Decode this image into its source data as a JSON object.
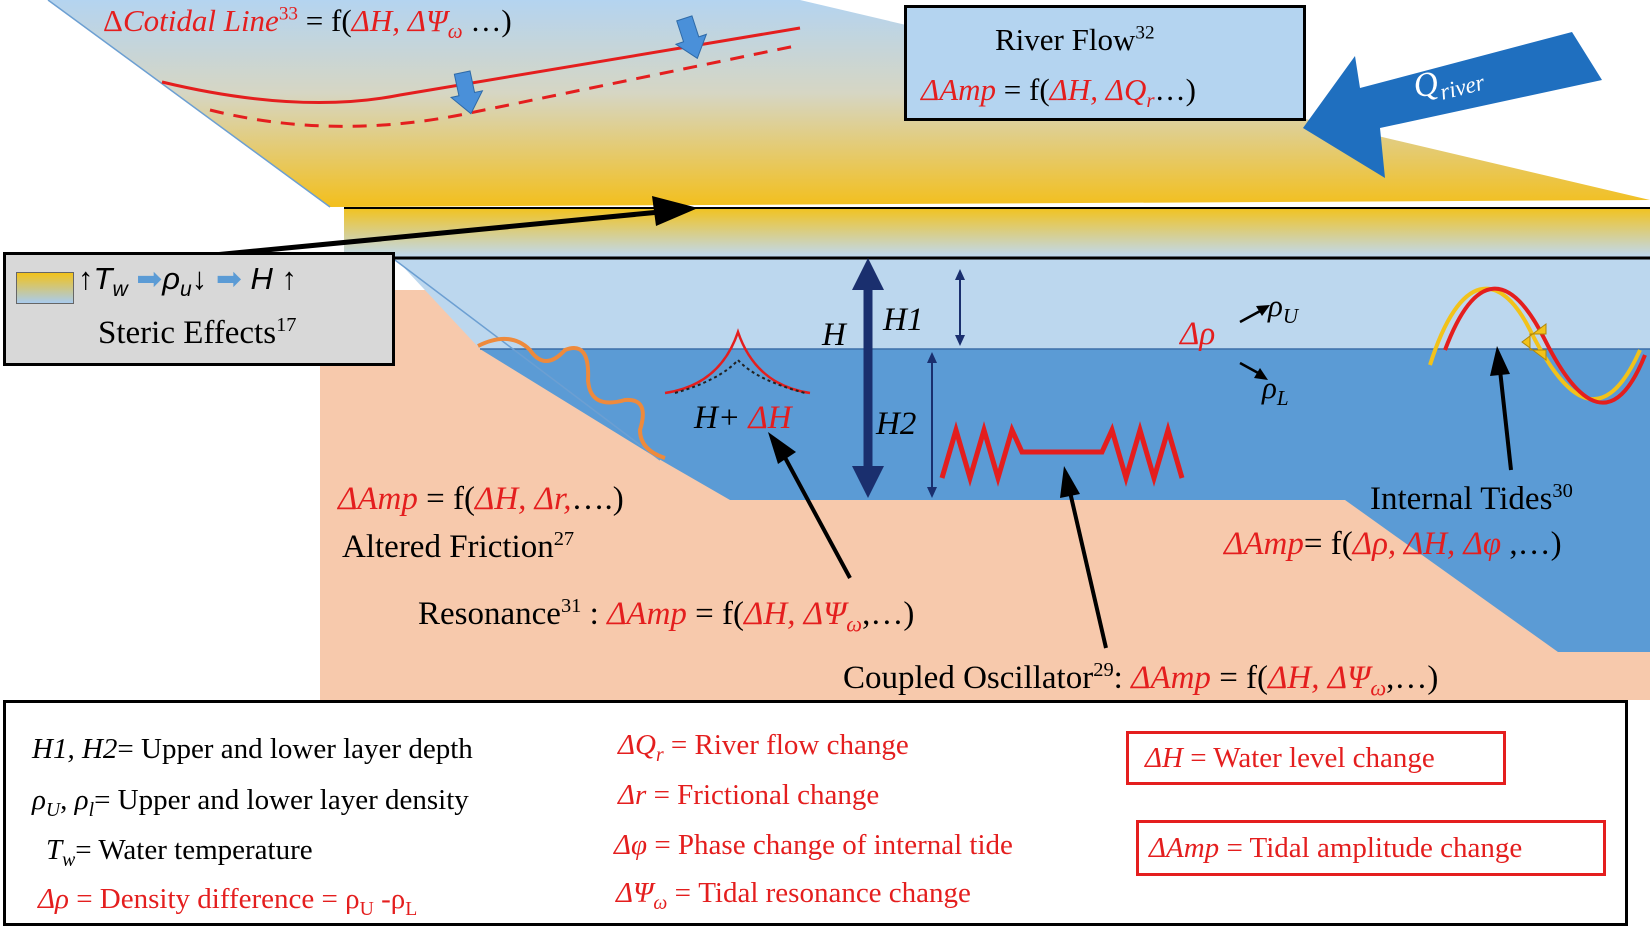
{
  "cotidal": {
    "prefix": "Δ",
    "term": "Cotidal Line",
    "ref": "33",
    "eq_open": " = f(",
    "dH": "ΔH",
    "sep": ", ",
    "dPsi": "ΔΨ",
    "psi_sub": "ω",
    "eq_close": " …)"
  },
  "river_flow": {
    "title": "River Flow",
    "ref": "32",
    "dAmp": "ΔAmp",
    "eq_open": " = f(",
    "dH": "ΔH",
    "sep": ", ",
    "dQ": "ΔQ",
    "q_sub": "r",
    "eq_close": "…)"
  },
  "q_river": {
    "symbol": "Q",
    "sub": "river"
  },
  "steric": {
    "t": "T",
    "t_sub": "w",
    "rho": "ρ",
    "rho_sub": "u",
    "h": "H",
    "label": "Steric Effects",
    "ref": "17",
    "swatch_top": "#f2c21a",
    "swatch_bottom": "#a9cbee"
  },
  "depths": {
    "H": "H",
    "H1": "H1",
    "H2": "H2"
  },
  "resonance_peak": {
    "label_h": "H+ ",
    "label_dh": "ΔH"
  },
  "density": {
    "drho": "Δρ",
    "rho_u": "ρ",
    "u_sub": "U",
    "rho_l": "ρ",
    "l_sub": "L"
  },
  "friction": {
    "dAmp": "ΔAmp",
    "eq_open": " = f(",
    "dH": "ΔH",
    "sep": ", ",
    "dr": "Δr,",
    "eq_close": "….)",
    "label": "Altered Friction",
    "ref": "27"
  },
  "resonance": {
    "label": "Resonance",
    "ref": "31",
    "colon": " : ",
    "dAmp": "ΔAmp",
    "eq_open": " = f(",
    "dH": "ΔH",
    "sep": ", ",
    "dPsi": "ΔΨ",
    "psi_sub": "ω",
    "eq_close": ",…)"
  },
  "internal_tides": {
    "label": "Internal Tides",
    "ref": "30",
    "dAmp": "ΔAmp",
    "eq_open": "= f(",
    "drho": "Δρ",
    "sep1": ", ",
    "dH": "ΔH",
    "sep2": ", ",
    "dphi": "Δφ",
    "eq_close": " ,…)"
  },
  "coupled": {
    "label": "Coupled Oscillator",
    "ref": "29",
    "colon": ":  ",
    "dAmp": "ΔAmp",
    "eq_open": " = f(",
    "dH": "ΔH",
    "sep": ", ",
    "dPsi": "ΔΨ",
    "psi_sub": "ω",
    "eq_close": ",…)"
  },
  "legend": {
    "h12": {
      "term": "H1, H2",
      "def": "= Upper and lower layer depth"
    },
    "rho": {
      "rho1": "ρ",
      "sub1": "U",
      "comma": ", ",
      "rho2": "ρ",
      "sub2": "l",
      "def": "= Upper and lower layer density"
    },
    "tw": {
      "t": "T",
      "sub": "w",
      "def": "= Water temperature"
    },
    "drho": {
      "term": "Δρ",
      "def": " = Density difference = ρ",
      "sub1": "U",
      "mid": " -ρ",
      "sub2": "L"
    },
    "dq": {
      "term": "ΔQ",
      "sub": "r",
      "def": " = River flow change"
    },
    "dr": {
      "term": "Δr",
      "def": " = Frictional change"
    },
    "dphi": {
      "term": "Δφ",
      "def": " = Phase change of internal tide"
    },
    "dpsi": {
      "term": "ΔΨ",
      "sub": "ω",
      "def": " = Tidal resonance change"
    },
    "dh": {
      "term": "ΔH",
      "def": " = Water level change"
    },
    "damp": {
      "term": "ΔAmp",
      "def": " = Tidal amplitude change"
    }
  },
  "colors": {
    "red": "#e41e1e",
    "upper_water": "#bcd7ee",
    "lower_water": "#5b9bd5",
    "land": "#f7c9ac",
    "sun": "#f2c21a",
    "arrow_blue": "#1f6fbf",
    "navy": "#1a2f6e"
  }
}
